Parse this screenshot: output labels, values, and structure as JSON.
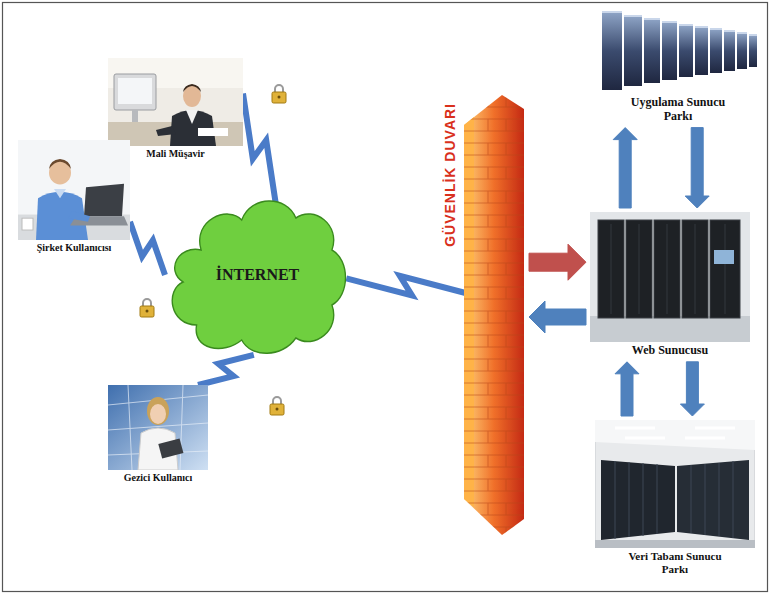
{
  "diagram": {
    "nodes": [
      {
        "text": [
          "Mali Müşavir"
        ]
      },
      {
        "text": [
          "Şirket Kullanıcısı"
        ]
      },
      {
        "text": [
          "Gezici Kullanıcı"
        ]
      },
      {
        "text": [
          "İNTERNET"
        ]
      },
      {
        "text": [
          "GÜVENLİK DUVARI"
        ]
      },
      {
        "text": [
          "Uygulama Sunucu Parkı"
        ]
      },
      {
        "text": [
          "Web Sunucusu"
        ]
      },
      {
        "text": [
          "Veri Tabanı Sunucu Parkı"
        ]
      }
    ],
    "edges": [
      {
        "from": 0,
        "to": 3,
        "arrow": "none"
      },
      {
        "from": 1,
        "to": 3,
        "arrow": "none"
      },
      {
        "from": 2,
        "to": 3,
        "arrow": "none"
      },
      {
        "from": 3,
        "to": 4,
        "arrow": "none"
      },
      {
        "from": 4,
        "to": 6,
        "arrow": "to"
      },
      {
        "from": 6,
        "to": 4,
        "arrow": "to"
      },
      {
        "from": 6,
        "to": 5,
        "arrow": "to"
      },
      {
        "from": 5,
        "to": 6,
        "arrow": "to"
      },
      {
        "from": 6,
        "to": 7,
        "arrow": "to"
      },
      {
        "from": 7,
        "to": 6,
        "arrow": "to"
      }
    ]
  }
}
